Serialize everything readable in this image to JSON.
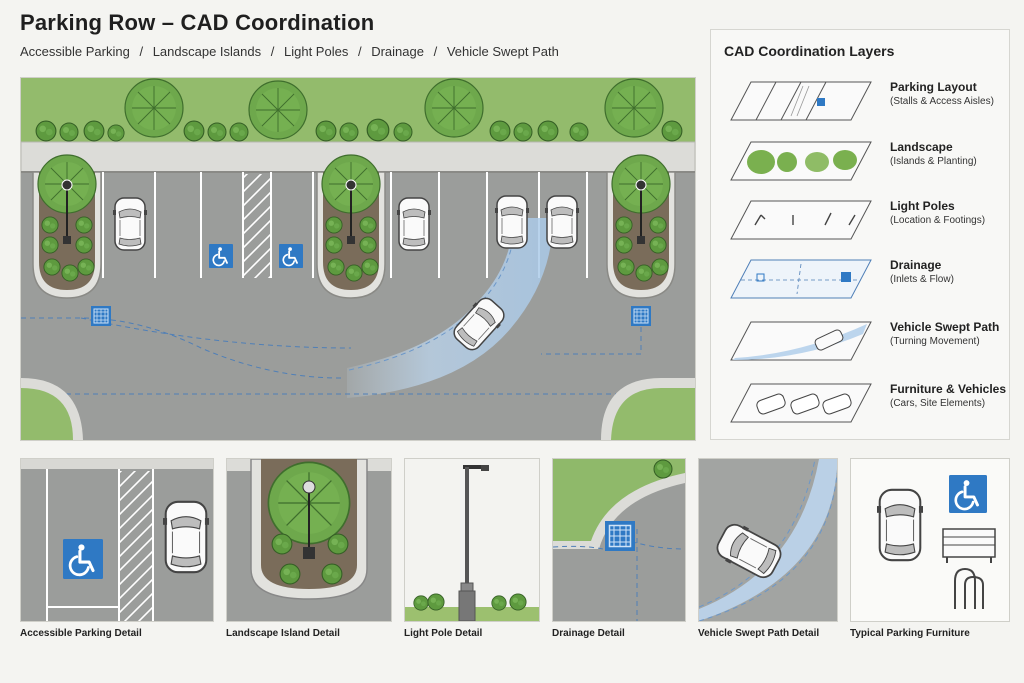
{
  "header": {
    "title": "Parking Row – CAD Coordination",
    "subtitle_items": [
      "Accessible Parking",
      "Landscape Islands",
      "Light Poles",
      "Drainage",
      "Vehicle Swept Path"
    ],
    "separator": "/"
  },
  "layers_panel": {
    "title": "CAD Coordination Layers",
    "layers": [
      {
        "name": "Parking Layout",
        "description": "(Stalls & Access Aisles)",
        "icon": "parking-layout-icon"
      },
      {
        "name": "Landscape",
        "description": "(Islands & Planting)",
        "icon": "landscape-icon"
      },
      {
        "name": "Light Poles",
        "description": "(Location & Footings)",
        "icon": "light-pole-icon"
      },
      {
        "name": "Drainage",
        "description": "(Inlets & Flow)",
        "icon": "drainage-icon"
      },
      {
        "name": "Vehicle Swept Path",
        "description": "(Turning Movement)",
        "icon": "swept-path-icon"
      },
      {
        "name": "Furniture & Vehicles",
        "description": "(Cars, Site Elements)",
        "icon": "vehicles-icon"
      }
    ]
  },
  "details": [
    {
      "caption": "Accessible Parking Detail"
    },
    {
      "caption": "Landscape Island Detail"
    },
    {
      "caption": "Light Pole Detail"
    },
    {
      "caption": "Drainage Detail"
    },
    {
      "caption": "Vehicle Swept Path Detail"
    },
    {
      "caption": "Typical Parking Furniture"
    }
  ],
  "colors": {
    "asphalt": "#9c9e9c",
    "grass": "#8fb96a",
    "tree": "#5f9a41",
    "accessible_blue": "#2f79c4",
    "swept_path": "#b9d3ea",
    "background": "#f4f4f1"
  }
}
